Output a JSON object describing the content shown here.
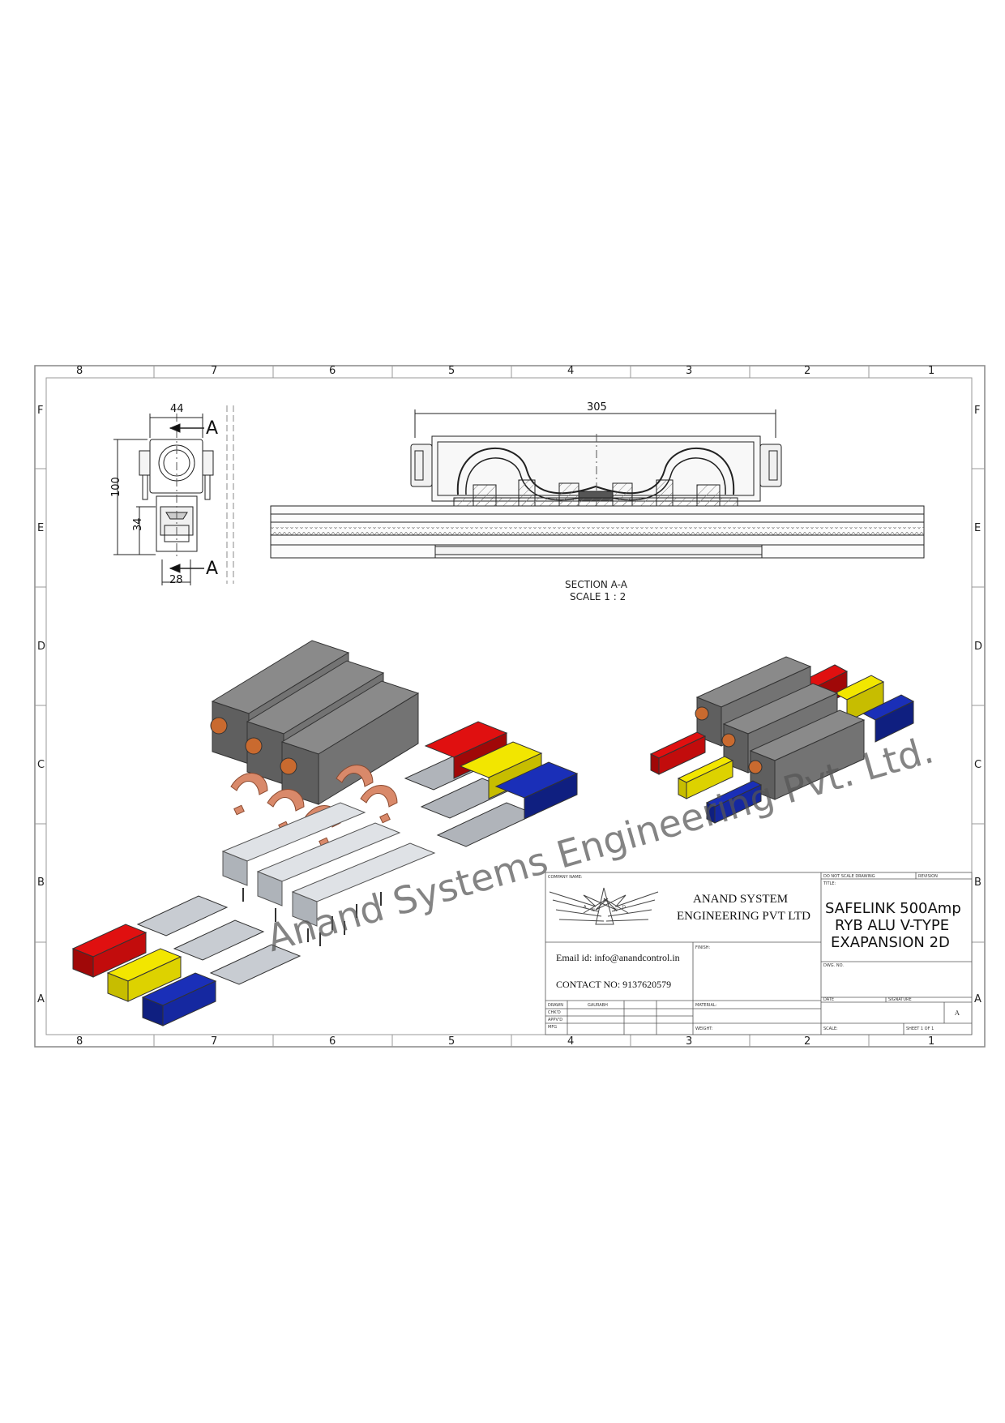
{
  "zones": {
    "columns": [
      "8",
      "7",
      "6",
      "5",
      "4",
      "3",
      "2",
      "1"
    ],
    "rows": [
      "F",
      "E",
      "D",
      "C",
      "B",
      "A"
    ]
  },
  "dimensions": {
    "width_top": "44",
    "height_total": "100",
    "height_lower": "34",
    "width_bottom": "28",
    "length": "305",
    "section_marker": "A"
  },
  "section_view": {
    "title": "SECTION A-A",
    "scale": "SCALE 1 : 2"
  },
  "watermark": "Anand Systems Engineering Pvt. Ltd.",
  "title_block": {
    "company_label": "COMPANY NAME:",
    "company_line1": "ANAND SYSTEM",
    "company_line2": "ENGINEERING PVT LTD",
    "logo_letters": [
      "A",
      "N",
      "A",
      "N",
      "D"
    ],
    "email": "Email id: info@anandcontrol.in",
    "contact": "CONTACT NO: 9137620579",
    "finish_label": "FINISH:",
    "scale_note_label": "DO NOT SCALE DRAWING",
    "revision_label": "REVISION",
    "title_label": "TITLE:",
    "title_line1": "SAFELINK 500Amp",
    "title_line2": "RYB ALU V-TYPE",
    "title_line3": "EXAPANSION 2D",
    "dwg_no_label": "DWG. NO.",
    "date_label": "DATE",
    "signature_label": "SIGNATURE",
    "sheet_size": "A",
    "drawn_label": "DRAWN",
    "drawn_by": "GAURABH",
    "chkd_label": "CHK'D",
    "appvd_label": "APPV'D",
    "mfg_label": "MFG",
    "material_label": "MATERIAL:",
    "weight_label": "WEIGHT:",
    "scale_label": "SCALE:",
    "sheet_label": "SHEET 1 OF 1"
  },
  "colors": {
    "red": "#e01010",
    "yellow": "#f2e600",
    "blue": "#1a2fb8",
    "housing": "#6e6e6e",
    "copper": "#d9896a",
    "aluminium": "#c8ccd2"
  }
}
